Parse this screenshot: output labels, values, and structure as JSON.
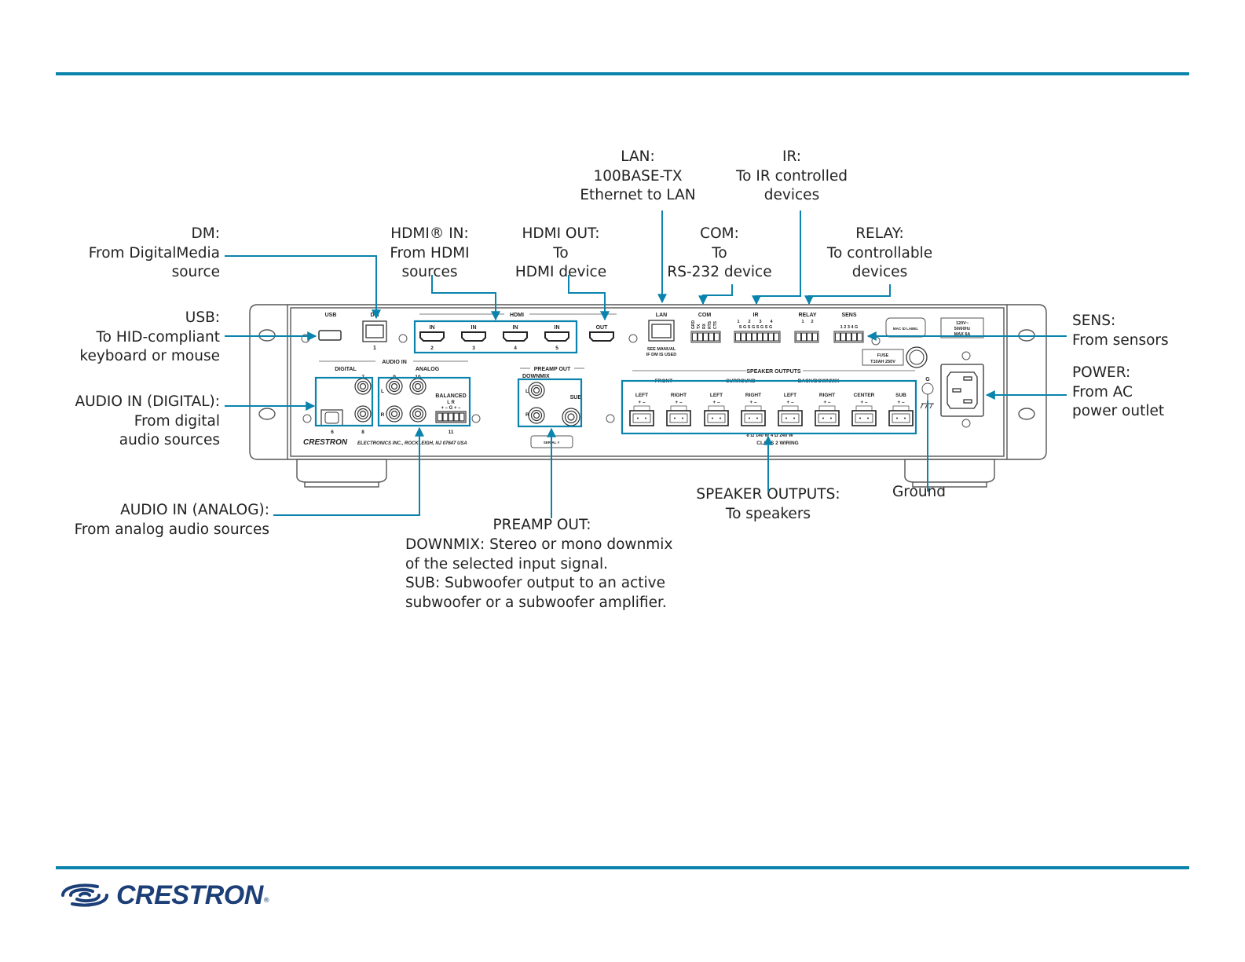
{
  "colors": {
    "accent": "#0a84ad",
    "brand": "#1d3f78",
    "device_stroke": "#555555"
  },
  "callouts": {
    "dm": [
      "DM:",
      "From DigitalMedia",
      "source"
    ],
    "usb": [
      "USB:",
      "To HID-compliant",
      "keyboard or mouse"
    ],
    "audio_digital": [
      "AUDIO IN (DIGITAL):",
      "From digital",
      "audio sources"
    ],
    "audio_analog": [
      "AUDIO IN (ANALOG):",
      "From analog audio sources"
    ],
    "hdmi_in": [
      "HDMI® IN:",
      "From HDMI",
      "sources"
    ],
    "hdmi_out": [
      "HDMI OUT:",
      "To",
      "HDMI device"
    ],
    "lan": [
      "LAN:",
      "100BASE-TX",
      "Ethernet to LAN"
    ],
    "com": [
      "COM:",
      "To",
      "RS-232 device"
    ],
    "ir": [
      "IR:",
      "To IR controlled",
      "devices"
    ],
    "relay": [
      "RELAY:",
      "To controllable",
      "devices"
    ],
    "sens": [
      "SENS:",
      "From sensors"
    ],
    "power": [
      "POWER:",
      "From AC",
      "power outlet"
    ],
    "speaker_outputs": [
      "SPEAKER OUTPUTS:",
      "To speakers"
    ],
    "ground": [
      "Ground"
    ],
    "preamp_out": [
      "PREAMP OUT:"
    ],
    "preamp_desc": [
      "DOWNMIX: Stereo or mono downmix",
      "of the selected input signal.",
      "SUB: Subwoofer output to an active",
      "subwoofer or a subwoofer amplifier."
    ]
  },
  "panel": {
    "usb": "USB",
    "dm": "DM",
    "dm_num": "1",
    "hdmi": "HDMI",
    "hdmi_in": "IN",
    "hdmi_out": "OUT",
    "hdmi_nums": [
      "2",
      "3",
      "4",
      "5"
    ],
    "lan": "LAN",
    "lan_note": [
      "SEE MANUAL",
      "IF DM IS USED"
    ],
    "com": "COM",
    "com_pins": [
      "GRD",
      "TX",
      "RX",
      "RTS",
      "CTS"
    ],
    "ir": "IR",
    "ir_nums": [
      "1",
      "2",
      "3",
      "4"
    ],
    "ir_pins": "S G S G S G S G",
    "relay": "RELAY",
    "relay_nums": [
      "1",
      "2"
    ],
    "sens": "SENS",
    "sens_pins": "1 2 3 4 G",
    "mac_label": "MAC ID LABEL",
    "power_rating": [
      "120V~",
      "50/60Hz",
      "MAX 6A"
    ],
    "fuse": [
      "FUSE",
      "T10AH 250V"
    ],
    "audio_in": "AUDIO IN",
    "digital": "DIGITAL",
    "analog": "ANALOG",
    "digital_nums": [
      "7",
      "6",
      "8"
    ],
    "analog_nums": [
      "9",
      "10",
      "11"
    ],
    "balanced": "BALANCED",
    "balanced_lr": "L       R",
    "balanced_pins": "+ – G + –",
    "ch_l": "L",
    "ch_r": "R",
    "brand": "CRESTRON",
    "address": "ELECTRONICS INC., ROCKLEIGH, NJ 07647   USA",
    "preamp_out": "PREAMP OUT",
    "downmix": "DOWNMIX",
    "sub": "SUB",
    "serial": "SERIAL #",
    "speaker_outputs": "SPEAKER OUTPUTS",
    "front": "FRONT",
    "surround": "SURROUND",
    "back_downmix": "BACK/DOWNMIX",
    "speaker_channels": [
      "LEFT",
      "RIGHT",
      "LEFT",
      "RIGHT",
      "LEFT",
      "RIGHT",
      "CENTER",
      "SUB"
    ],
    "polarity": "+  –",
    "impedance": "8 Ω 140 W     4 Ω  240 W",
    "class_wiring": "CLASS 2 WIRING",
    "ground_g": "G"
  },
  "footer": {
    "logo_text": "CRESTRON",
    "logo_reg": "®"
  }
}
